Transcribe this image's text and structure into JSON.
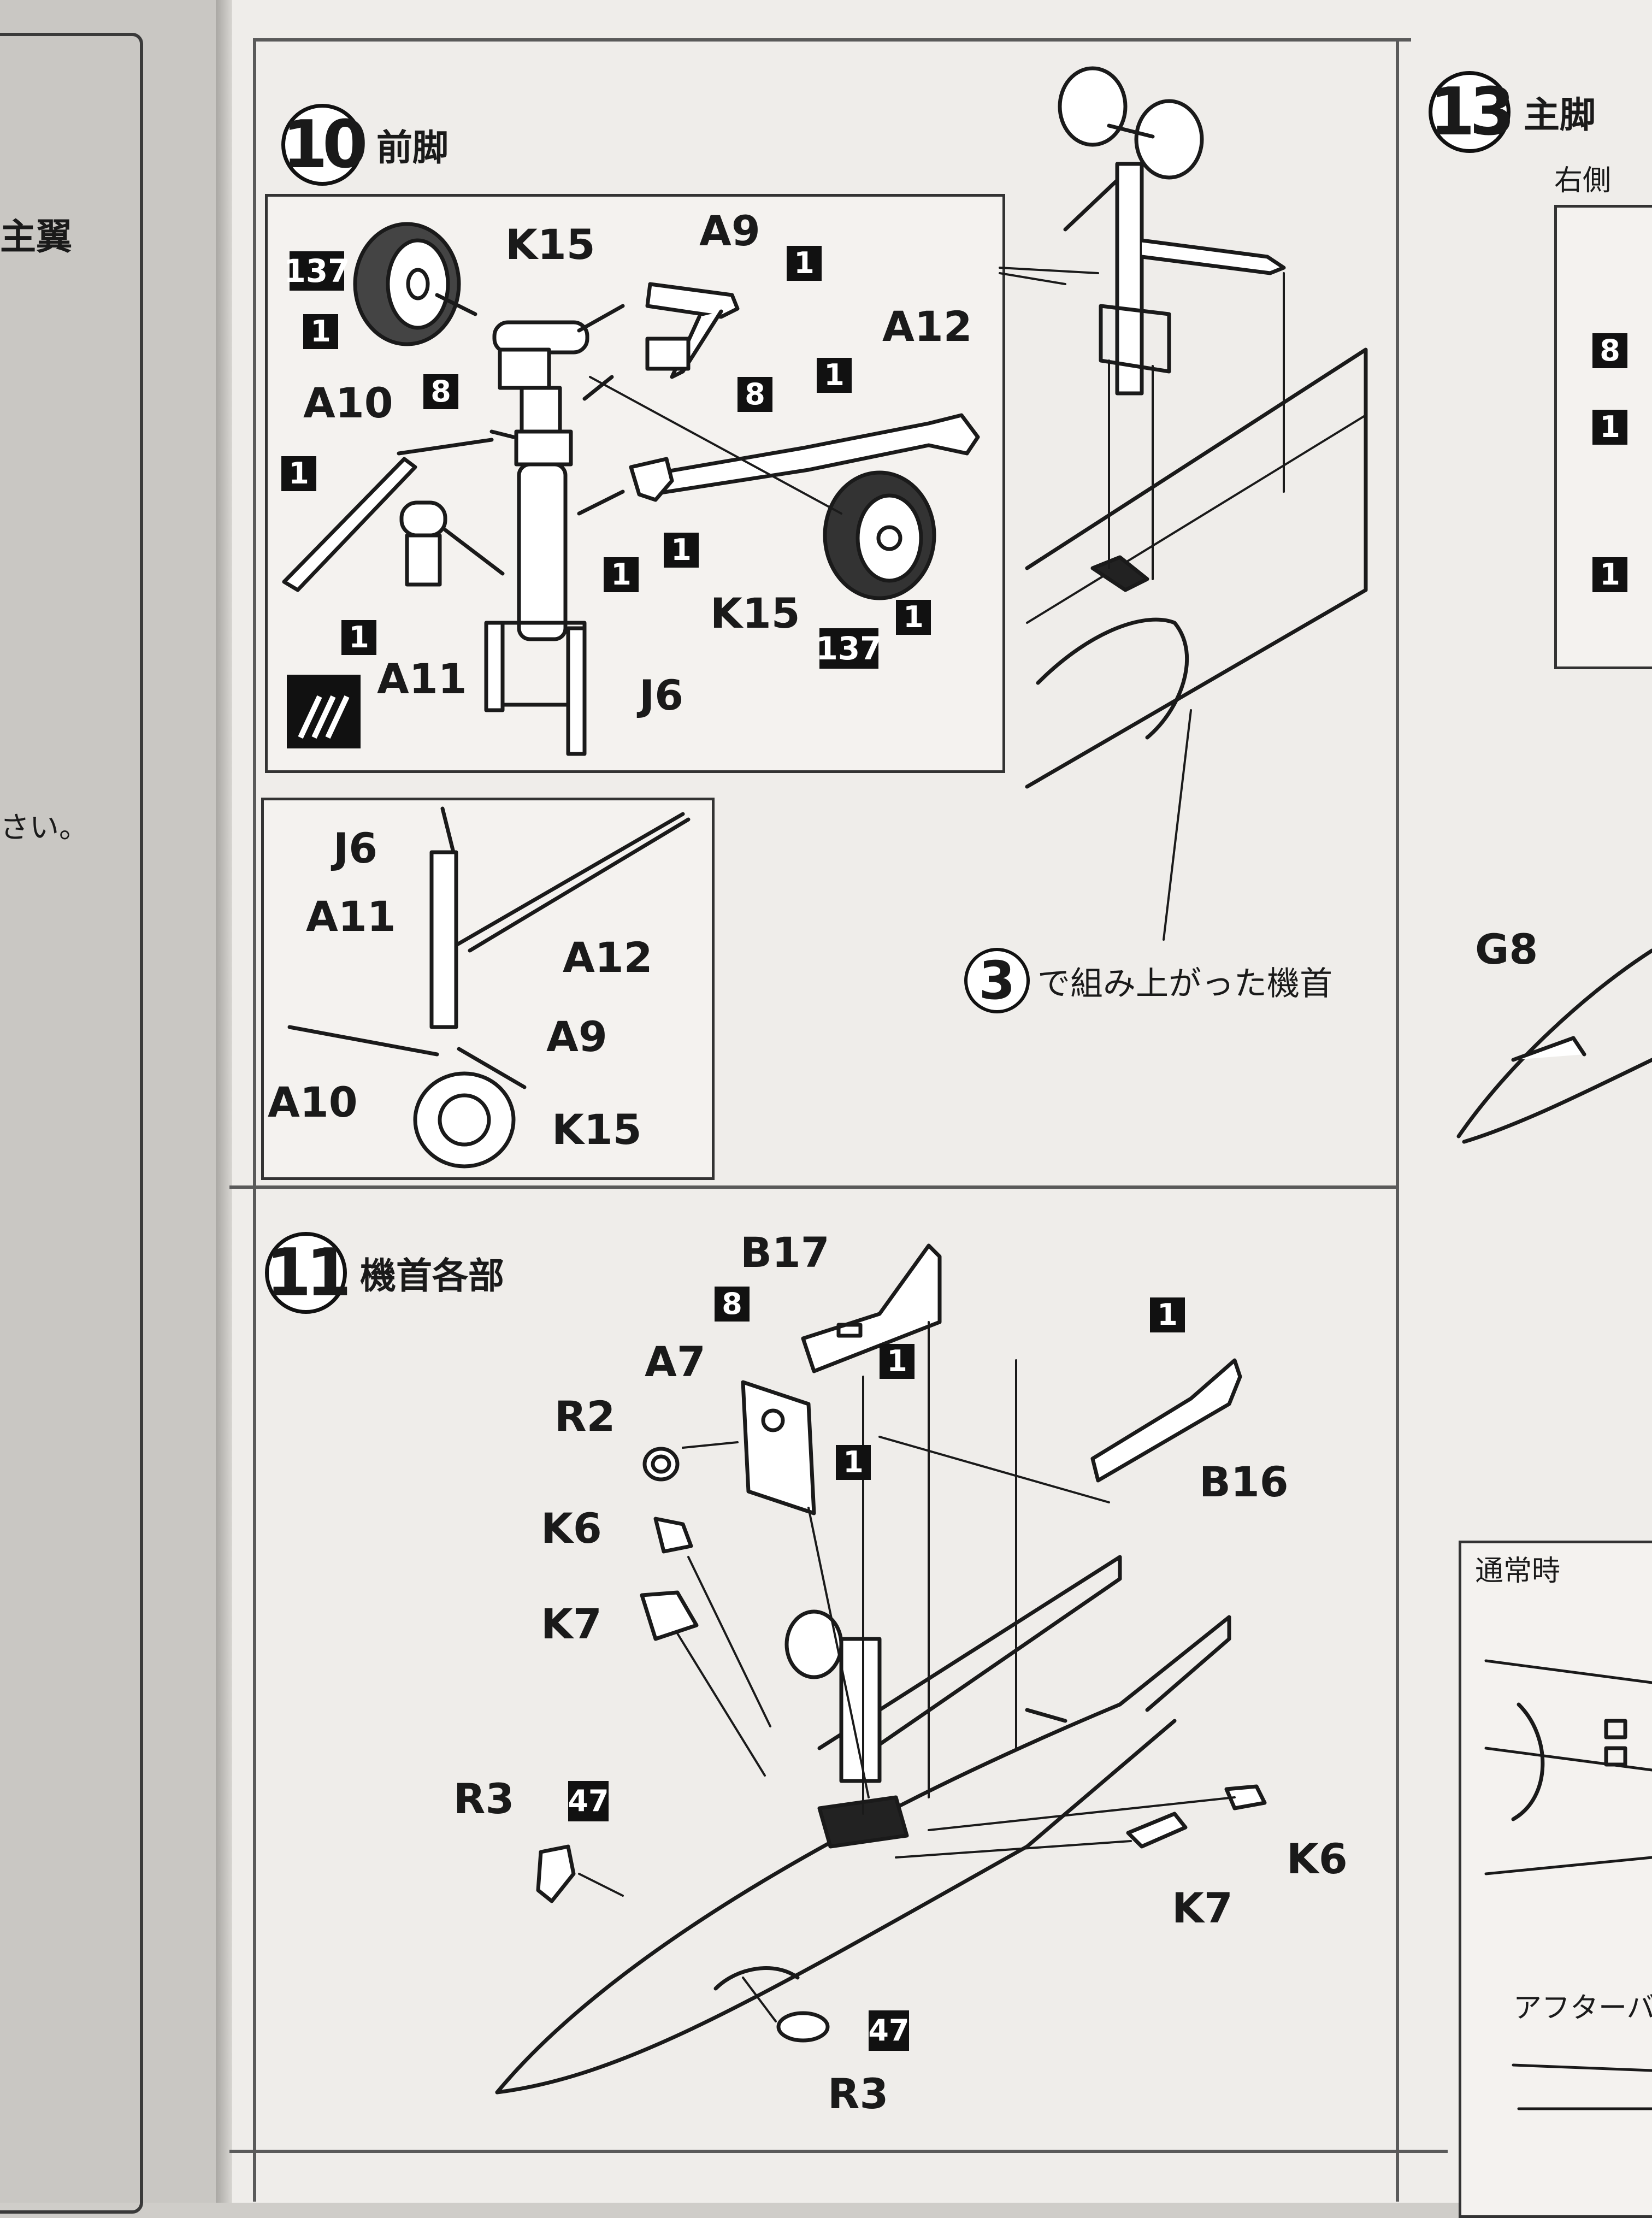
{
  "left_page": {
    "wing_label": "主翼",
    "note_fragment": "さい。"
  },
  "step10": {
    "number": "10",
    "title": "前脚"
  },
  "step11": {
    "number": "11",
    "title": "機首各部"
  },
  "step13": {
    "number": "13",
    "title": "主脚",
    "right_side": "右側",
    "normal": "通常時",
    "afterburner": "アフターバ",
    "part": "G8"
  },
  "caption": {
    "number": "3",
    "text": "で組み上がった機首"
  },
  "parts10": [
    "K15",
    "A9",
    "A12",
    "A10",
    "A11",
    "J6",
    "K15"
  ],
  "parts10_inset": [
    "J6",
    "A11",
    "A12",
    "A9",
    "A10",
    "K15"
  ],
  "parts11": [
    "B17",
    "A7",
    "R2",
    "B16",
    "K6",
    "K7",
    "R3",
    "K6",
    "K7",
    "R3"
  ],
  "codes": {
    "c1": "1",
    "c8": "8",
    "c137": "137",
    "c47": "47"
  }
}
